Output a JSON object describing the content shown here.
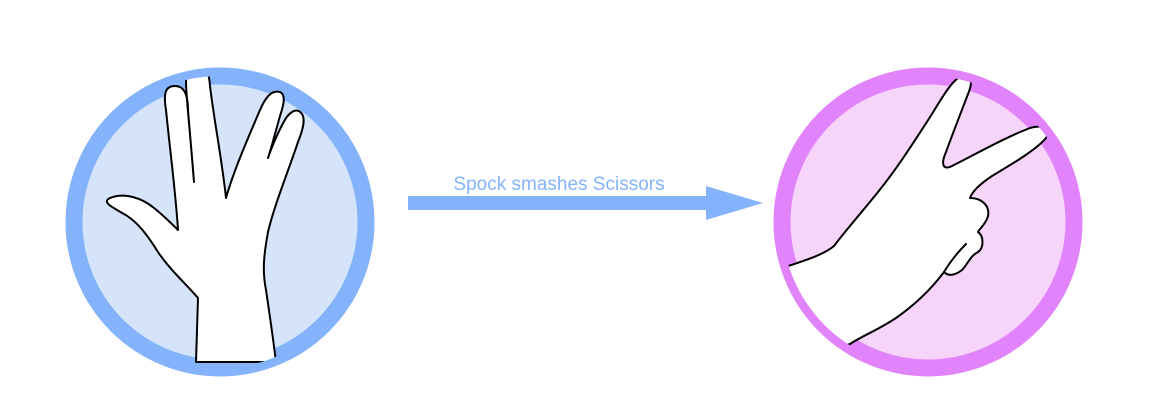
{
  "diagram": {
    "nodes": [
      {
        "id": "spock",
        "gesture": "vulcan-salute-hand-icon",
        "fill": "#d5e4fb",
        "ring": "#84b3fb"
      },
      {
        "id": "scissors",
        "gesture": "scissors-hand-icon",
        "fill": "#f7d5fb",
        "ring": "#e184fb"
      }
    ],
    "edge": {
      "from": "spock",
      "to": "scissors",
      "label": "Spock smashes Scissors",
      "color": "#84b3fb"
    }
  }
}
